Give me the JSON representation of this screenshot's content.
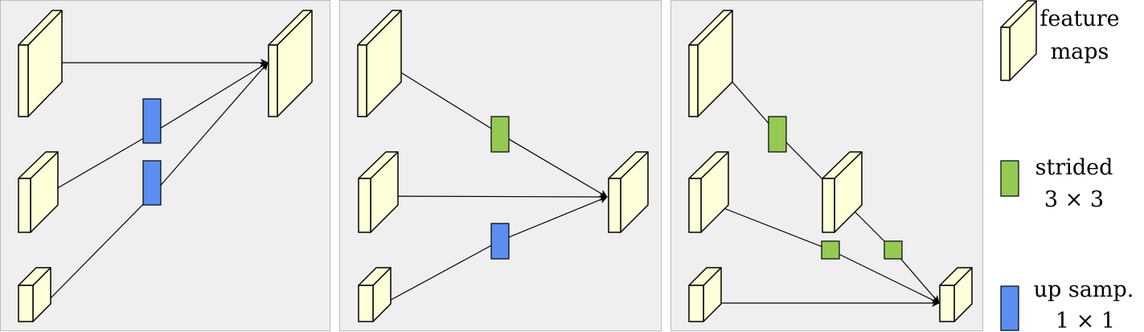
{
  "legend": {
    "feature_maps": {
      "line1": "feature",
      "line2": "maps"
    },
    "strided": {
      "line1": "strided",
      "line2": "3 × 3",
      "color": "#96c954"
    },
    "upsample": {
      "line1": "up samp.",
      "line2": "1 × 1",
      "color": "#5b8ef0"
    }
  },
  "colors": {
    "feature_map_fill": "#ffffd9",
    "panel_background": "#efefef"
  }
}
